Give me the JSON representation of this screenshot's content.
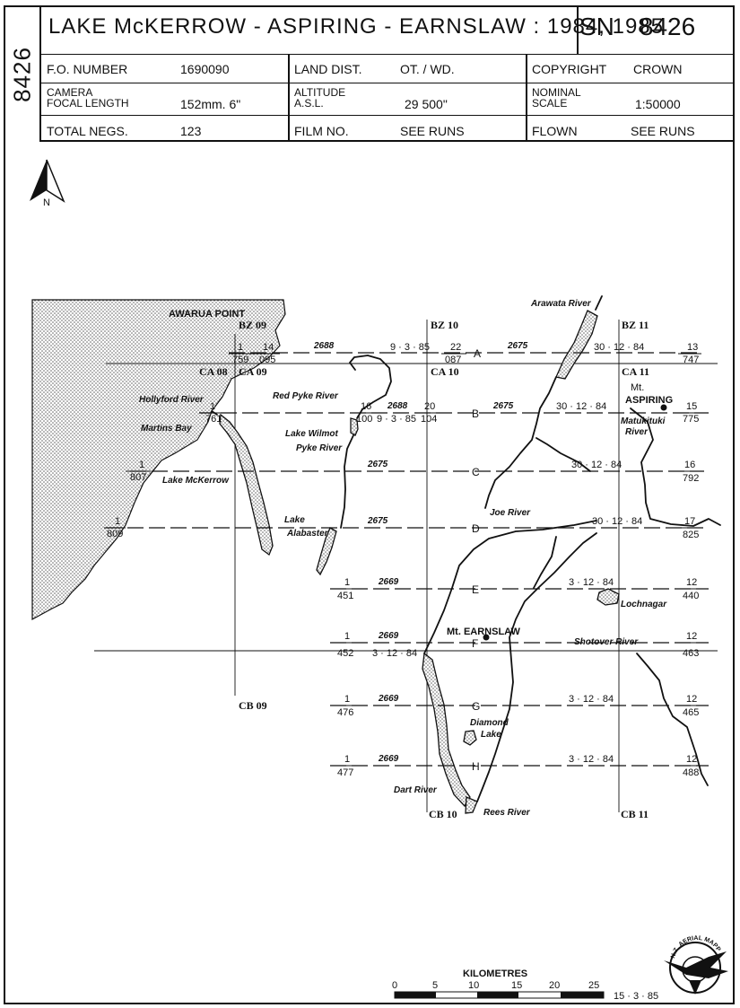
{
  "sheet_code": "8426",
  "title": "LAKE McKERROW - ASPIRING - EARNSLAW : 1984, 1985",
  "sn": {
    "label": "SN",
    "number": "8426"
  },
  "fields": {
    "fo_number": {
      "label": "F.O. NUMBER",
      "value": "1690090"
    },
    "land_dist": {
      "label": "LAND DIST.",
      "value": "OT. / WD."
    },
    "copyright": {
      "label": "COPYRIGHT",
      "value": "CROWN"
    },
    "camera": {
      "label_line1": "CAMERA",
      "label_line2": "FOCAL LENGTH",
      "value": "152mm. 6\""
    },
    "altitude": {
      "label_line1": "ALTITUDE",
      "label_line2": "A.S.L.",
      "value": "29 500\""
    },
    "scale": {
      "label_line1": "NOMINAL",
      "label_line2": "SCALE",
      "value": "1:50000"
    },
    "total_negs": {
      "label": "TOTAL NEGS.",
      "value": "123"
    },
    "film_no": {
      "label": "FILM NO.",
      "value": "SEE RUNS"
    },
    "flown": {
      "label": "FLOWN",
      "value": "SEE RUNS"
    }
  },
  "north": "N",
  "grid": {
    "top": [
      "BZ 09",
      "BZ 10",
      "BZ 11"
    ],
    "mid": [
      "CA 08",
      "CA 09",
      "CA 10",
      "CA 11"
    ],
    "bottom": [
      "CB 09",
      "CB 10",
      "CB 11"
    ]
  },
  "runs": [
    {
      "letter": "A",
      "film_left": "2688",
      "date_left": "9 · 3 · 85",
      "film_right": "2675",
      "date_right": "30 · 12 · 84",
      "start_left": "1",
      "end_left": "14",
      "start_left_neg": "759",
      "end_left_neg": "095",
      "start_right": "22",
      "start_right_neg": "087",
      "end": "13",
      "end_neg": "747"
    },
    {
      "letter": "B",
      "film_left": "2688",
      "date_left": "9 · 3 · 85",
      "film_right": "2675",
      "date_right": "30 · 12 · 84",
      "start_left": "1",
      "start_left_neg": "761",
      "mid_a": "16",
      "mid_a_neg": "100",
      "mid_b": "20",
      "mid_b_neg": "104",
      "end": "15",
      "end_neg": "775"
    },
    {
      "letter": "C",
      "film": "2675",
      "date": "30 · 12 · 84",
      "start": "1",
      "start_neg": "807",
      "end": "16",
      "end_neg": "792"
    },
    {
      "letter": "D",
      "film": "2675",
      "date": "30 · 12 · 84",
      "start": "1",
      "start_neg": "809",
      "end": "17",
      "end_neg": "825"
    },
    {
      "letter": "E",
      "film": "2669",
      "date": "3 · 12 · 84",
      "start": "1",
      "start_neg": "451",
      "end": "12",
      "end_neg": "440"
    },
    {
      "letter": "F",
      "film": "2669",
      "date": "3 · 12 · 84",
      "start": "1",
      "start_neg": "452",
      "end": "12",
      "end_neg": "463"
    },
    {
      "letter": "G",
      "film": "2669",
      "date": "3 · 12 · 84",
      "start": "1",
      "start_neg": "476",
      "end": "12",
      "end_neg": "465"
    },
    {
      "letter": "H",
      "film": "2669",
      "date": "3 · 12 · 84",
      "start": "1",
      "start_neg": "477",
      "end": "12",
      "end_neg": "488"
    }
  ],
  "places": {
    "awarua": "AWARUA POINT",
    "hollyford": "Hollyford River",
    "martins": "Martins Bay",
    "mckerrow": "Lake McKerrow",
    "redpyke": "Red Pyke River",
    "wilmot": "Lake Wilmot",
    "pyke": "Pyke River",
    "alabaster_1": "Lake",
    "alabaster_2": "Alabaster",
    "arawata": "Arawata River",
    "aspiring_1": "Mt.",
    "aspiring_2": "ASPIRING",
    "matukituki_1": "Matukituki",
    "matukituki_2": "River",
    "joe": "Joe River",
    "lochnagar": "Lochnagar",
    "earnslaw": "Mt. EARNSLAW",
    "shotover": "Shotover River",
    "diamond_1": "Diamond",
    "diamond_2": "Lake",
    "dart": "Dart River",
    "rees": "Rees River"
  },
  "scale_bar": {
    "title": "KILOMETRES",
    "ticks": [
      "0",
      "5",
      "10",
      "15",
      "20",
      "25"
    ]
  },
  "flown_date": "15 · 3 · 85",
  "logo_text": "N.Z. AERIAL MAPPING LTD."
}
